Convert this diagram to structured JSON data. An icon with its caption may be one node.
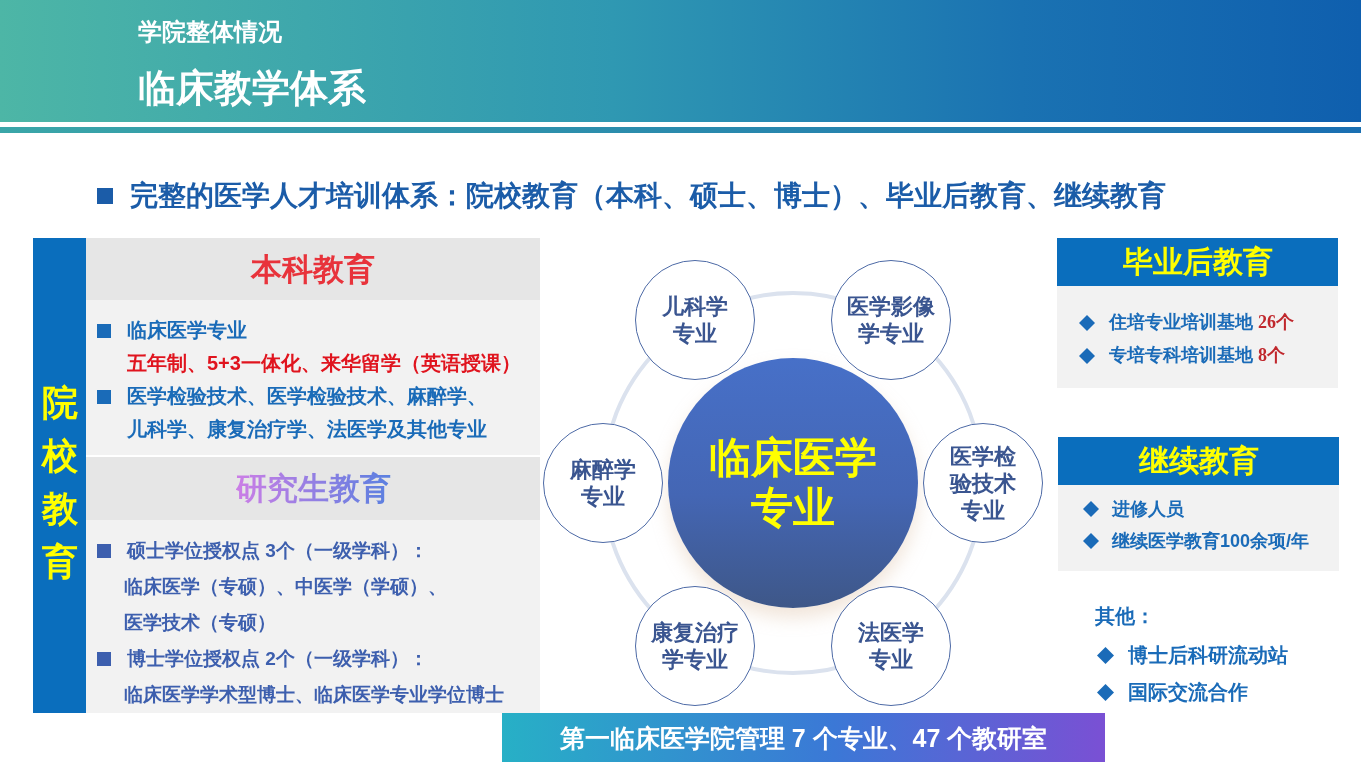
{
  "diagram": {
    "title": "临床教学体系",
    "nodes": [
      {
        "text": [
          "院校教育"
        ]
      },
      {
        "text": [
          "本科教育",
          "临床医学专业",
          "五年制、5+3一体化、来华留学（英语授课）",
          "医学检验技术、医学检验技术、麻醉学、儿科学、康复治疗学、法医学及其他专业"
        ]
      },
      {
        "text": [
          "研究生教育",
          "硕士学位授权点 3个（一级学科）：",
          "临床医学（专硕）、中医学（学硕）、医学技术（专硕）",
          "博士学位授权点 2个（一级学科）：",
          "临床医学学术型博士、临床医学专业学位博士"
        ]
      },
      {
        "text": [
          "临床医学专业"
        ]
      },
      {
        "text": [
          "儿科学专业"
        ]
      },
      {
        "text": [
          "医学影像学专业"
        ]
      },
      {
        "text": [
          "麻醉学专业"
        ]
      },
      {
        "text": [
          "医学检验技术专业"
        ]
      },
      {
        "text": [
          "康复治疗学专业"
        ]
      },
      {
        "text": [
          "法医学专业"
        ]
      },
      {
        "text": [
          "第一临床医学院管理 7 个专业、47 个教研室"
        ]
      },
      {
        "text": [
          "毕业后教育",
          "住培专业培训基地 **26个**",
          "专培专科培训基地 **8个**"
        ]
      },
      {
        "text": [
          "继续教育",
          "进修人员",
          "继续医学教育100余项/年"
        ]
      }
    ],
    "labels": [
      "学院整体情况",
      "完整的医学人才培训体系：院校教育（本科、硕士、博士）、毕业后教育、继续教育",
      "其他：",
      "博士后科研流动站",
      "国际交流合作"
    ]
  }
}
